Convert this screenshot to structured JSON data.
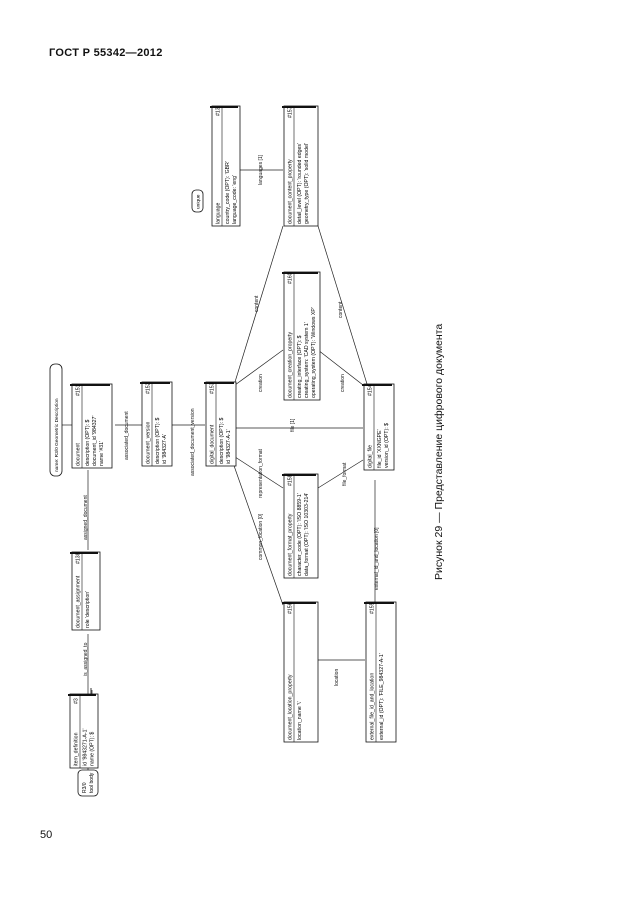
{
  "header": "ГОСТ Р 55342—2012",
  "page_number": "50",
  "caption": "Рисунок 29 — Представление цифрового документа",
  "entities": {
    "item_definition": {
      "name": "item_definition",
      "id": "#3",
      "attrs": [
        "id '9843271-A-1'",
        "name (OPT): $"
      ]
    },
    "document_assignment": {
      "name": "document_assignment",
      "id": "#138",
      "attrs": [
        "role 'description'"
      ]
    },
    "document": {
      "name": "document",
      "id": "#151",
      "attrs": [
        "description (OPT): $",
        "document_id '984327'",
        "name '#31'"
      ]
    },
    "document_version": {
      "name": "document_version",
      "id": "#152",
      "attrs": [
        "description (OPT): $",
        "id '984327-A'"
      ]
    },
    "digital_document": {
      "name": "digital_document",
      "id": "#153",
      "attrs": [
        "description (OPT): $",
        "id '984327-A-1'"
      ]
    },
    "document_format_property": {
      "name": "document_format_property",
      "id": "#158",
      "attrs": [
        "character_code (OPT): 'ISO 8859-1'",
        "data_format (OPT): 'ISO 10303-214'"
      ]
    },
    "document_creation_property": {
      "name": "document_creation_property",
      "id": "#160",
      "attrs": [
        "creating_interface (OPT): $",
        "creating_system: 'CAD system 1'",
        "operating_system (OPT): 'Windows XP'"
      ]
    },
    "document_content_property": {
      "name": "document_content_property",
      "id": "#157",
      "attrs": [
        "detail_level (OPT): 'rounded edges'",
        "geometry_type (OPT): 'solid model'"
      ]
    },
    "language": {
      "name": "language",
      "id": "#13",
      "attrs": [
        "country_code (OPT): 'GBR'",
        "language_code: 'eng'"
      ]
    },
    "digital_file": {
      "name": "digital_file",
      "id": "#154",
      "attrs": [
        "file_id 'XXNGPE'",
        "version_id (OPT): $"
      ]
    },
    "document_location_property": {
      "name": "document_location_property",
      "id": "#156",
      "attrs": [
        "location_name '\\'"
      ]
    },
    "external_file_id_and_location": {
      "name": "external_file_id_and_location",
      "id": "#155",
      "attrs": [
        "external_id (OPT): 'FILE_984327-A-1'"
      ]
    }
  },
  "labels": {
    "ref_r3": [
      "R3/0",
      "tool body"
    ],
    "ref_geo": "name: R3/0 Geometric Description",
    "ref_lang": "unique"
  },
  "relations": {
    "is_assigned_to": "is_assigned_to",
    "assigned_document": "assigned_document",
    "associated_document": "associated_document",
    "associated_document_version": "associated_document_version",
    "representation_format": "representation_format",
    "file": "file [1]",
    "file_format": "file_format",
    "creation_top": "creation",
    "creation_bottom": "creation",
    "content_top": "content",
    "content_bottom": "content",
    "languages": "languages [1]",
    "common_location": "common_location [0]",
    "external_id_and_location": "external_id_and_location [0]",
    "location": "location"
  }
}
